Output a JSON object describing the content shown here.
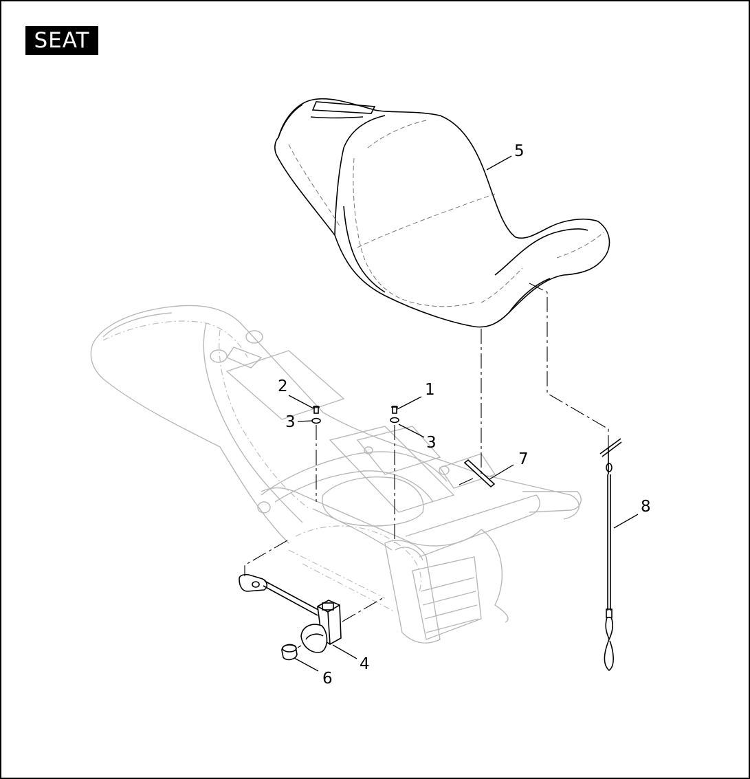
{
  "title": "SEAT",
  "callouts": {
    "c1": "1",
    "c2": "2",
    "c3a": "3",
    "c3b": "3",
    "c4": "4",
    "c5": "5",
    "c6": "6",
    "c7": "7",
    "c8": "8"
  }
}
